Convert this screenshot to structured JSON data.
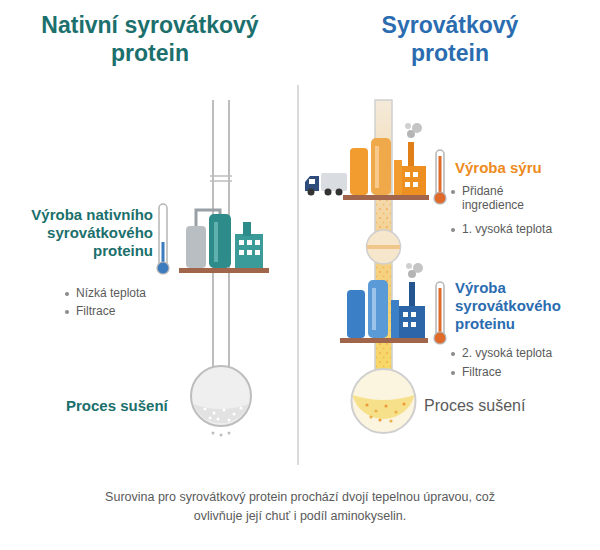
{
  "diagram": {
    "caption": "Surovina pro syrovátkový protein prochází dvojí tepelnou úpravou, což ovlivňuje její chuť i podíl aminokyselin.",
    "labels": [
      "Nativní syrovátkový protein",
      "Syrovátkový protein",
      "Výroba nativního syrovátkového proteinu",
      "Nízká teplota",
      "Filtrace",
      "Proces sušení",
      "Výroba sýru",
      "Přidané ingredience",
      "1. vysoká teplota",
      "Výroba syrovátkového proteinu",
      "2. vysoká teplota",
      "Filtrace",
      "Proces sušení"
    ]
  }
}
